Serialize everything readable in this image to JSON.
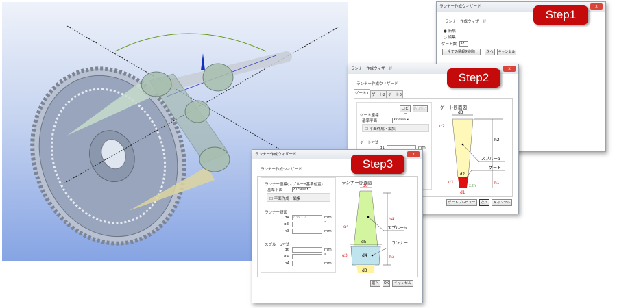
{
  "viewport": {
    "colors": {
      "bg_top": "#eef2fa",
      "bg_bottom": "#86a4e4"
    }
  },
  "step1": {
    "title": "ランナー作成ウィザード",
    "badge": "Step1",
    "heading": "ランナー作成ウィザード",
    "radio_new": "新規",
    "radio_edit": "編集",
    "gate_count_label": "ゲート数",
    "gate_count_value": "1",
    "delete_all": "全ての情報を削除",
    "next": "次へ",
    "cancel": "キャンセル",
    "close": "x"
  },
  "step2": {
    "title": "ランナー作成ウィザード",
    "badge": "Step2",
    "heading": "ランナー作成ウィザード",
    "tabs": [
      "ゲート1",
      "ゲート2",
      "ゲート3"
    ],
    "copy": "コピー",
    "paste": "貼り付け",
    "gate_coord": "ゲート座標",
    "base_plane": "基準平面",
    "plane_value": "XYPlane",
    "plane_edit": "平面作成・編集",
    "gate_dims": "ゲート寸法",
    "d1": "d1",
    "mm": "mm",
    "diagram_title": "ゲート断面図",
    "labels": {
      "d3": "d3",
      "a2": "α2",
      "h2": "h2",
      "sprue": "スプルーa",
      "d2": "d2",
      "gate": "ゲート",
      "a1": "α1",
      "h1": "h1",
      "d1": "d1",
      "axis": "X.Z.Y"
    },
    "gate_preview": "ゲートプレビュー",
    "next": "次へ",
    "cancel": "キャンセル",
    "close": "x"
  },
  "step3": {
    "title": "ランナー作成ウィザード",
    "badge": "Step3",
    "heading": "ランナー作成ウィザード",
    "runner_coord": "ランナー座標(スプルーb基準位置)",
    "base_plane": "基準平面",
    "plane_value": "XYPlane",
    "plane_edit": "平面作成・編集",
    "runner_section": "ランナー断面",
    "fields1": [
      {
        "label": "d4",
        "placeholder": "d3×1.2",
        "unit": "mm"
      },
      {
        "label": "α3",
        "placeholder": "",
        "unit": "°"
      },
      {
        "label": "h3",
        "placeholder": "",
        "unit": "mm"
      }
    ],
    "sprue_dims": "スプルーb寸法",
    "fields2": [
      {
        "label": "d6",
        "placeholder": "",
        "unit": "mm"
      },
      {
        "label": "α4",
        "placeholder": "",
        "unit": "°"
      },
      {
        "label": "h4",
        "placeholder": "",
        "unit": "mm"
      }
    ],
    "diagram_title": "ランナー断面図",
    "labels": {
      "d6": "d6",
      "h4": "h4",
      "a4": "α4",
      "sprue": "スプルーb",
      "d5": "d5",
      "runner": "ランナー",
      "a3": "α3",
      "d4": "d4",
      "h3": "h3",
      "d3": "d3"
    },
    "back": "前へ",
    "ok": "OK",
    "cancel": "キャンセル",
    "close": "x"
  },
  "colors": {
    "badge": "#c40a0a",
    "sprue_a": "#fff8b8",
    "gate": "#e01010",
    "sprue_b": "#d4f5a0",
    "runner": "#bfe4ee"
  }
}
